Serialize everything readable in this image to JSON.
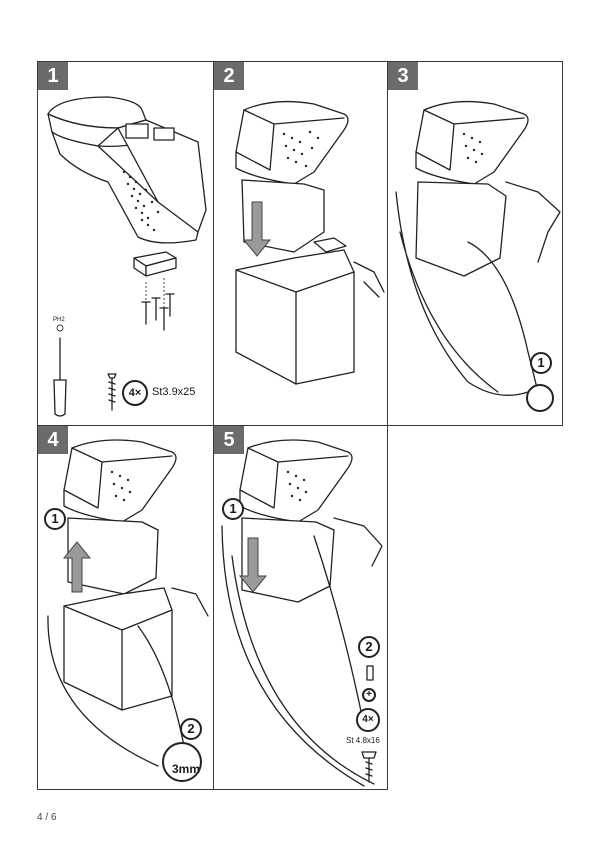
{
  "steps": [
    {
      "number": "1"
    },
    {
      "number": "2"
    },
    {
      "number": "3"
    },
    {
      "number": "4"
    },
    {
      "number": "5"
    }
  ],
  "step1": {
    "screwdriver_label": "PH2",
    "qty_label": "4×",
    "screw_spec": "St3.9x25"
  },
  "step3": {
    "callout": "1"
  },
  "step4": {
    "callout_1": "1",
    "callout_2": "2",
    "dim_label": "3mm"
  },
  "step5": {
    "callout_1": "1",
    "callout_2": "2",
    "qty_label": "4×",
    "screw_spec": "St 4.8x16"
  },
  "page_number": "4 / 6",
  "colors": {
    "badge": "#6b6b6b",
    "line": "#222222"
  }
}
